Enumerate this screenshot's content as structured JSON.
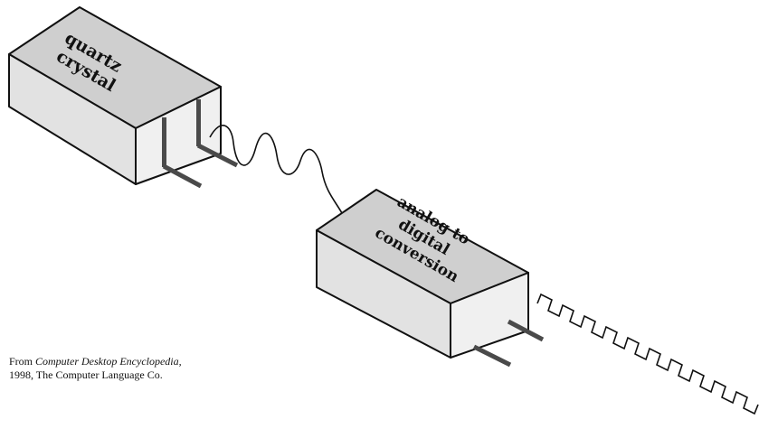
{
  "crystal_box": {
    "label_lines": [
      "quartz",
      "crystal"
    ]
  },
  "converter_box": {
    "label_lines": [
      "analog to",
      "digital",
      "conversion"
    ]
  },
  "credit": {
    "prefix": "From ",
    "source_title": "Computer Desktop Encyclopedia,",
    "line2": "1998, The Computer Language Co."
  },
  "colors": {
    "box_top": "#cfcfcf",
    "box_front": "#f0f0f0",
    "box_side": "#dedede",
    "pin": "#4a4a4a",
    "outline": "#111111"
  },
  "icons": [
    "sine-wave-signal",
    "square-wave-signal"
  ]
}
